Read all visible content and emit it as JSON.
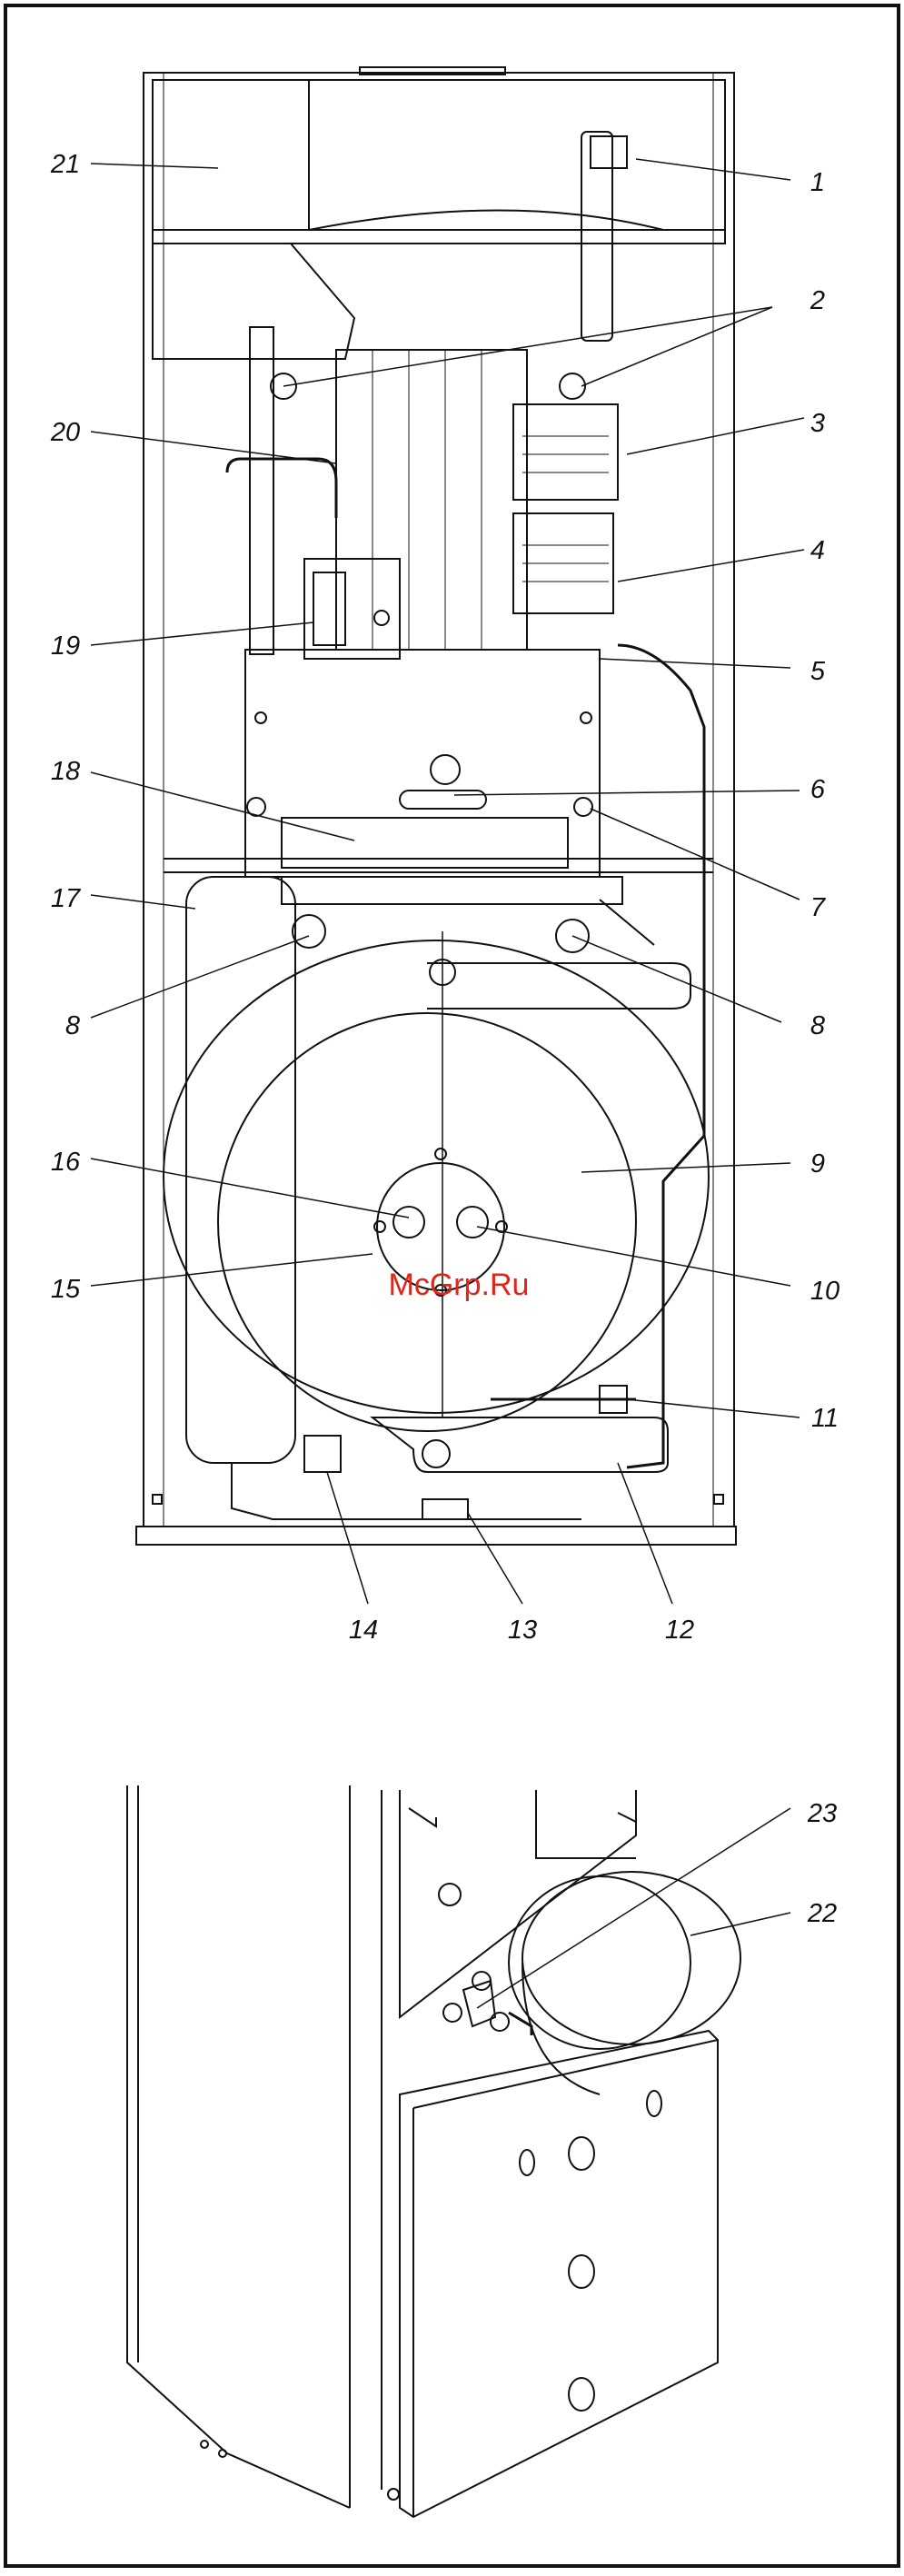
{
  "watermark": "McGrp.Ru",
  "top_view": {
    "callouts": [
      {
        "id": "1",
        "label": "1"
      },
      {
        "id": "2",
        "label": "2"
      },
      {
        "id": "3",
        "label": "3"
      },
      {
        "id": "4",
        "label": "4"
      },
      {
        "id": "5",
        "label": "5"
      },
      {
        "id": "6",
        "label": "6"
      },
      {
        "id": "7",
        "label": "7"
      },
      {
        "id": "8a",
        "label": "8"
      },
      {
        "id": "8b",
        "label": "8"
      },
      {
        "id": "9",
        "label": "9"
      },
      {
        "id": "10",
        "label": "10"
      },
      {
        "id": "11",
        "label": "11"
      },
      {
        "id": "12",
        "label": "12"
      },
      {
        "id": "13",
        "label": "13"
      },
      {
        "id": "14",
        "label": "14"
      },
      {
        "id": "15",
        "label": "15"
      },
      {
        "id": "16",
        "label": "16"
      },
      {
        "id": "17",
        "label": "17"
      },
      {
        "id": "18",
        "label": "18"
      },
      {
        "id": "19",
        "label": "19"
      },
      {
        "id": "20",
        "label": "20"
      },
      {
        "id": "21",
        "label": "21"
      }
    ]
  },
  "bottom_view": {
    "callouts": [
      {
        "id": "22",
        "label": "22"
      },
      {
        "id": "23",
        "label": "23"
      }
    ]
  },
  "colors": {
    "ink": "#111111",
    "paper": "#ffffff",
    "watermark": "#e0261b"
  }
}
